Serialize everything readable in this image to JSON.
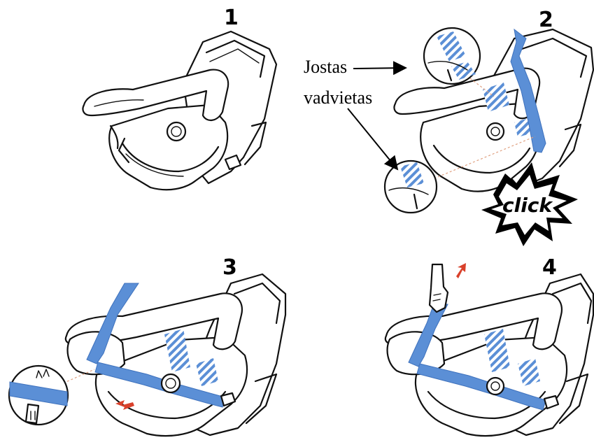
{
  "steps": [
    {
      "number": "1"
    },
    {
      "number": "2"
    },
    {
      "number": "3"
    },
    {
      "number": "4"
    }
  ],
  "callout": {
    "line1": "Jostas",
    "line2": "vadvietas"
  },
  "click_label": "click",
  "colors": {
    "belt": "#5b8fd6",
    "belt_dark": "#3f72bd",
    "arrow_red": "#d9412b",
    "guide_line": "#e0a080",
    "ink": "#111111",
    "background": "#ffffff"
  }
}
